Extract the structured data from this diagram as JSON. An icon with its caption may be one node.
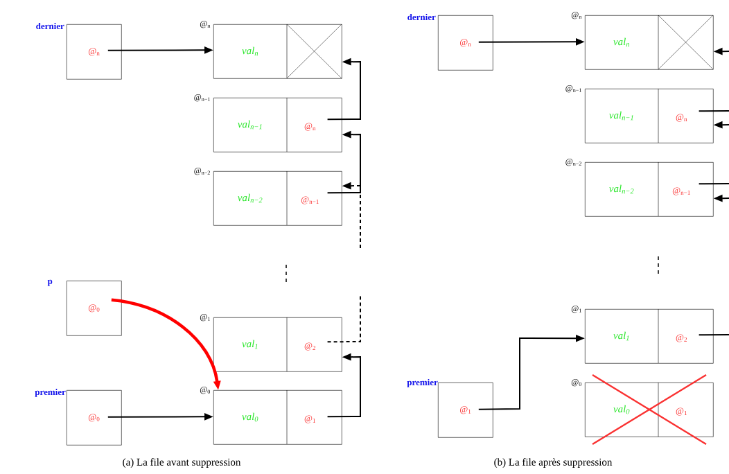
{
  "diagram": {
    "nodes": [
      {
        "text": [
          "dernier",
          "@$_{n}$"
        ]
      },
      {
        "text": [
          "@$_{n}$",
          "val$_{n}$"
        ]
      },
      {
        "text": [
          "@$_{n−1}$",
          "val$_{n−1}$",
          "@$_{n}$"
        ]
      },
      {
        "text": [
          "@$_{n−2}$",
          "val$_{n−2}$",
          "@$_{n−1}$"
        ]
      },
      {
        "text": [
          "p",
          "@$_{0}$"
        ]
      },
      {
        "text": [
          "@$_{1}$",
          "val$_{1}$",
          "@$_{2}$"
        ]
      },
      {
        "text": [
          "premier",
          "@$_{0}$"
        ]
      },
      {
        "text": [
          "@$_{0}$",
          "val$_{0}$",
          "@$_{1}$"
        ]
      },
      {
        "text": [
          "dernier",
          "@$_{n}$"
        ]
      },
      {
        "text": [
          "@$_{n}$",
          "val$_{n}$"
        ]
      },
      {
        "text": [
          "@$_{n−1}$",
          "val$_{n−1}$",
          "@$_{n}$"
        ]
      },
      {
        "text": [
          "@$_{n−2}$",
          "val$_{n−2}$",
          "@$_{n−1}$"
        ]
      },
      {
        "text": [
          "premier",
          "@$_{1}$"
        ]
      },
      {
        "text": [
          "@$_{1}$",
          "val$_{1}$",
          "@$_{2}$"
        ]
      },
      {
        "text": [
          "@$_{0}$",
          "val$_{0}$",
          "@$_{1}$"
        ]
      }
    ],
    "edges": [
      {
        "from": 0,
        "to": 1,
        "arrow": "to"
      },
      {
        "from": 2,
        "to": 1,
        "arrow": "to"
      },
      {
        "from": 3,
        "to": 2,
        "arrow": "to"
      },
      {
        "from": null,
        "to": 3,
        "arrow": "to",
        "style": "dashed"
      },
      {
        "from": 5,
        "to": null,
        "arrow": "none",
        "style": "dashed"
      },
      {
        "from": 7,
        "to": 5,
        "arrow": "to"
      },
      {
        "from": 4,
        "to": 7,
        "arrow": "to",
        "style": "thick",
        "color": "#ff0000"
      },
      {
        "from": 6,
        "to": 7,
        "arrow": "to"
      },
      {
        "from": 8,
        "to": 9,
        "arrow": "to"
      },
      {
        "from": 12,
        "to": 13,
        "arrow": "to"
      },
      {
        "from": 10,
        "to": null,
        "arrow": "none"
      },
      {
        "from": null,
        "to": 9,
        "arrow": "to"
      },
      {
        "from": null,
        "to": 10,
        "arrow": "to"
      },
      {
        "from": 11,
        "to": null,
        "arrow": "none"
      },
      {
        "from": null,
        "to": 11,
        "arrow": "to"
      },
      {
        "from": 13,
        "to": null,
        "arrow": "none"
      }
    ],
    "labels": [
      "(a) La file avant suppression",
      "(b) La file après suppression"
    ]
  }
}
